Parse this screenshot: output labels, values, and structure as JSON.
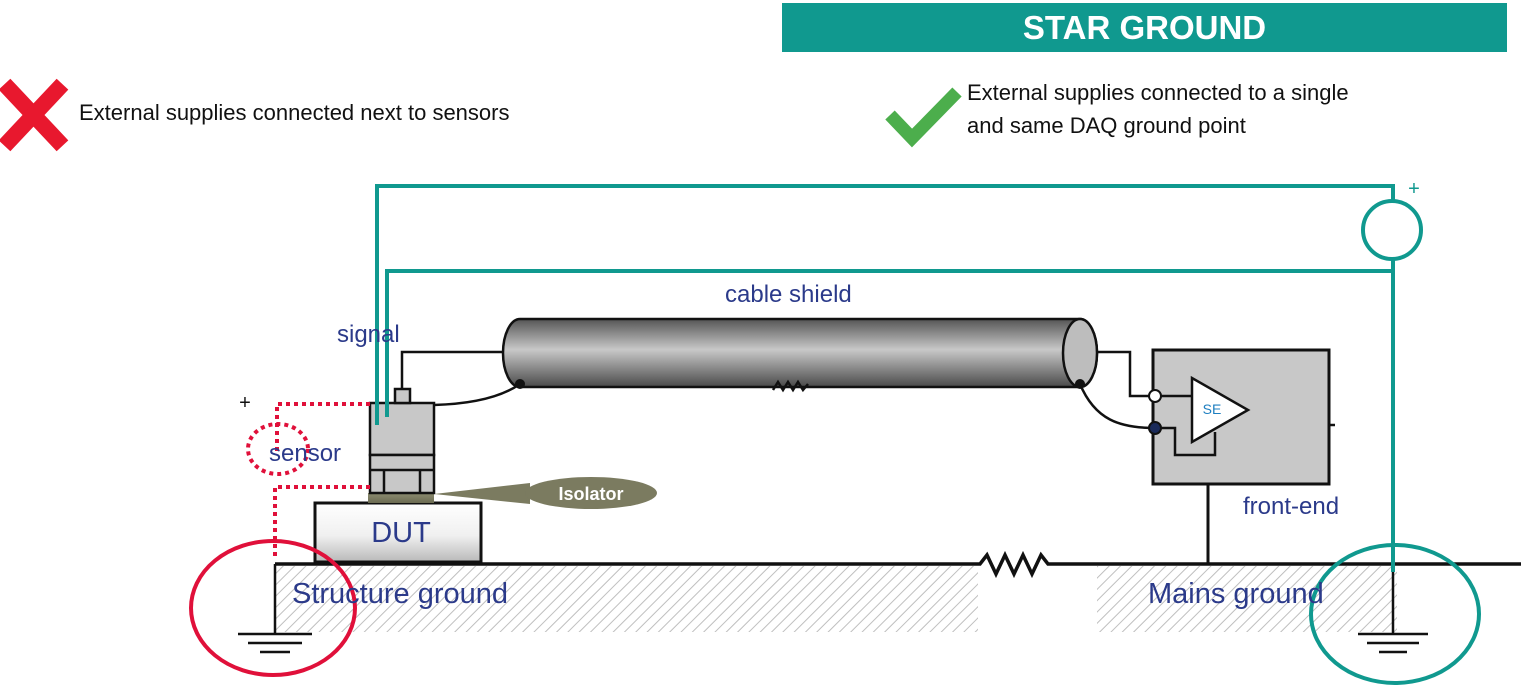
{
  "header": {
    "title": "STAR GROUND"
  },
  "bad_practice": {
    "icon": "red-x-icon",
    "text": "External supplies connected next to sensors"
  },
  "good_practice": {
    "icon": "green-check-icon",
    "line1": "External supplies connected to a single",
    "line2": "and same DAQ ground point"
  },
  "diagram": {
    "signal": "signal",
    "cable_shield": "cable shield",
    "sensor": "sensor",
    "plus": "+",
    "isolator": "Isolator",
    "dut": "DUT",
    "front_end": "front-end",
    "se": "SE",
    "structure_ground": "Structure ground",
    "mains_ground": "Mains ground"
  },
  "colors": {
    "teal": "#10998f",
    "red": "#e0103a",
    "label_blue": "#2b3a8a",
    "check_green": "#4cae4c",
    "isolator": "#7b7b60"
  }
}
